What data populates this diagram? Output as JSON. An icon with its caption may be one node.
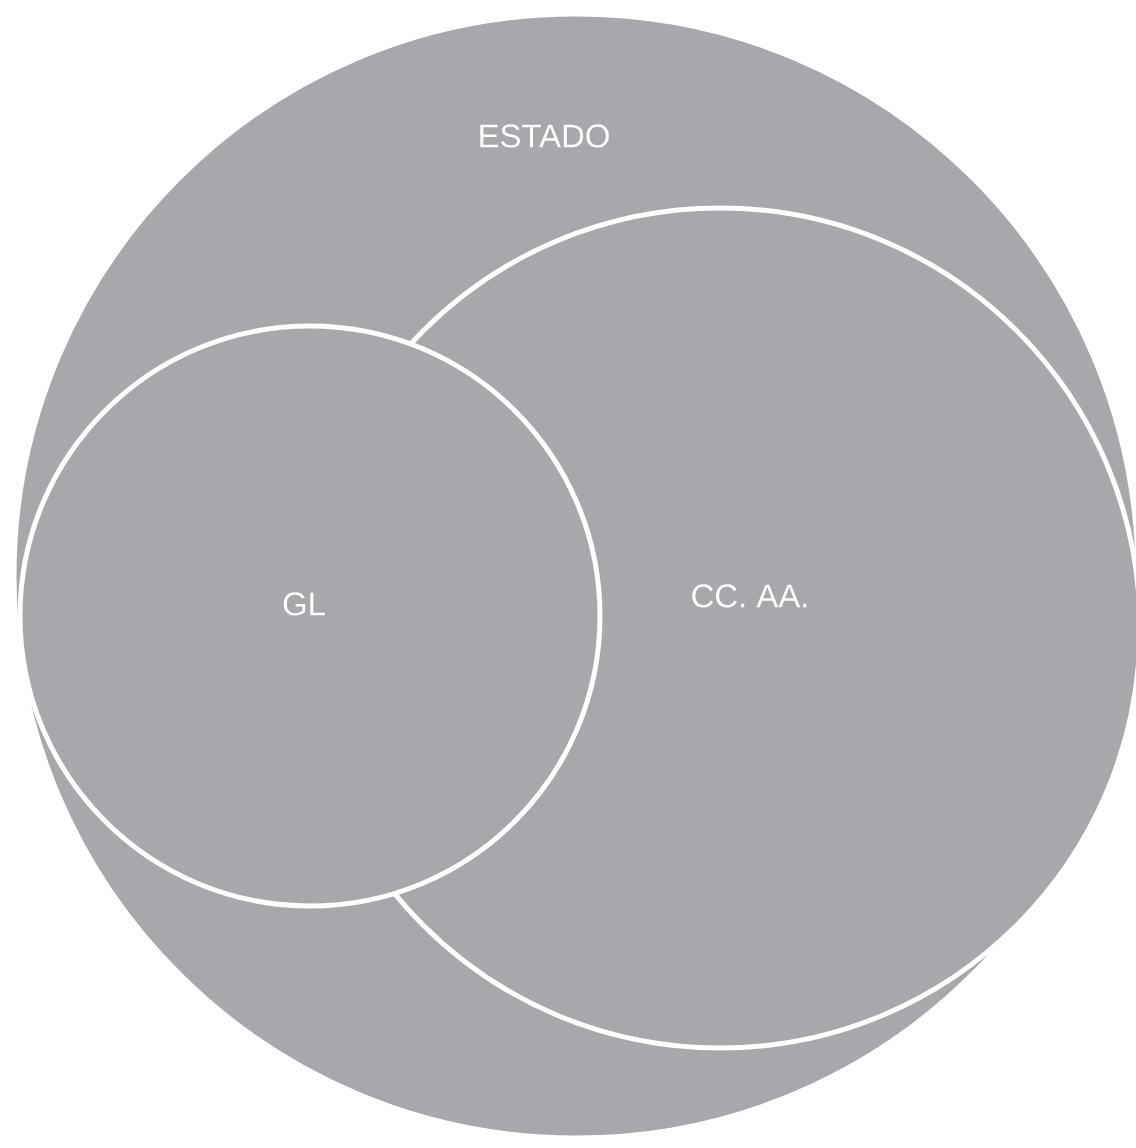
{
  "diagram": {
    "nodes": [
      {
        "text": [
          "ESTADO"
        ]
      },
      {
        "text": [
          "GL"
        ],
        "in": 0
      },
      {
        "text": [
          "CC. AA."
        ],
        "in": 0
      }
    ]
  }
}
